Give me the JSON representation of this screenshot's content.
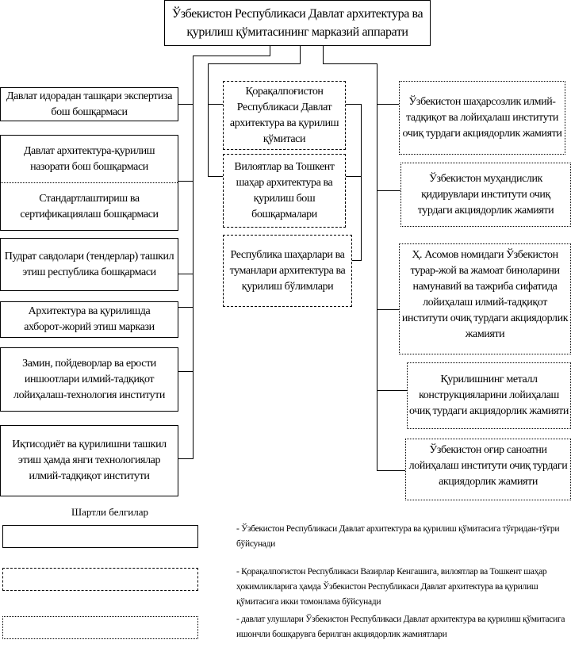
{
  "top": {
    "line1": "Ўзбекистон Республикаси Давлат архитектура ва",
    "line2": "қурилиш қўмитасининг марказий аппарати"
  },
  "left": [
    "Давлат идорадан ташқари экспертиза бош бошқармаси",
    "Давлат архитектура-қурилиш назорати бош бошқармаси",
    "Стандартлаштириш ва сертификациялаш бошқармаси",
    "Пудрат савдолари (тендерлар) ташкил этиш республика бошқармаси",
    "Архитектура ва қурилишда ахборот-жорий этиш маркази",
    "Замин, пойдеворлар ва ерости иншоотлари илмий-тадқиқот лойиҳалаш-технология институти",
    "Иқтисодиёт ва қурилишни ташкил этиш ҳамда янги технологиялар илмий-тадқиқот институти"
  ],
  "middle": [
    "Қорақалпоғистон Республикаси Давлат архитектура ва қурилиш қўмитаси",
    "Вилоятлар ва Тошкент шаҳар архитектура ва қурилиш бош бошқармалари",
    "Республика шаҳарлари ва туманлари архитектура ва қурилиш бўлимлари"
  ],
  "right": [
    "Ўзбекистон шаҳарсозлик илмий-тадқиқот ва лойиҳалаш институти очиқ турдаги акциядорлик жамияти",
    "Ўзбекистон муҳандислик қидирувлари институти очиқ турдаги акциядорлик жамияти",
    "Ҳ. Асомов номидаги Ўзбекистон турар-жой ва жамоат биноларини намунавий ва тажриба сифатида лойиҳалаш илмий-тадқиқот институти очиқ турдаги акциядорлик жамияти",
    "Қурилишнинг металл конструкцияларини лойиҳалаш очиқ турдаги акциядорлик жамияти",
    "Ўзбекистон оғир саноатни лойиҳалаш институти очиқ турдаги акциядорлик жамияти"
  ],
  "legend": {
    "title": "Шартли белгилар",
    "items": [
      "- Ўзбекистон Республикаси Давлат архитектура ва қурилиш қўмитасига тўғридан-тўғри бўйсунади",
      "- Қорақалпоғистон Республикаси Вазирлар Кенгашига, вилоятлар ва Тошкент шаҳар ҳокимликларига ҳамда Ўзбекистон Республикаси Давлат архитектура ва қурилиш қўмитасига икки томонлама бўйсунади",
      "- давлат улушлари Ўзбекистон Республикаси Давлат архитектура ва қурилиш қўмитасига ишончли бошқарувга берилган акциядорлик жамиятлари"
    ]
  }
}
